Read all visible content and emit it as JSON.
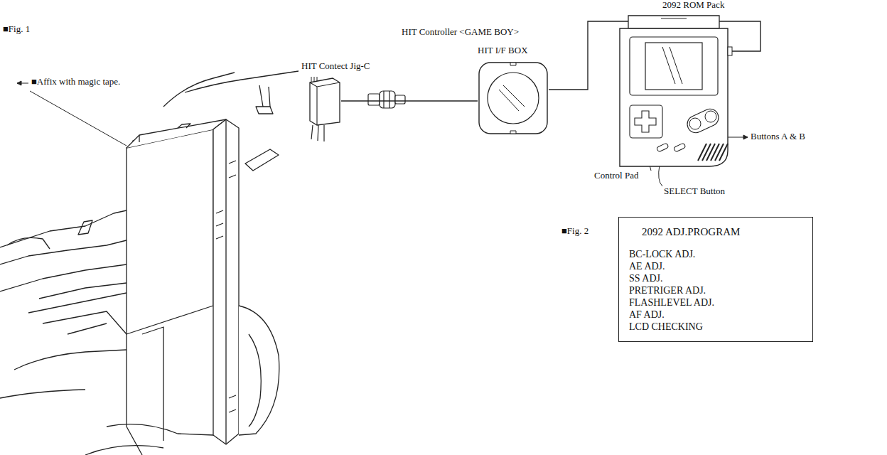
{
  "diagram": {
    "nodes": [
      {
        "text": [
          "HIT Contect Jig-C"
        ]
      },
      {
        "text": [
          "HIT I/F BOX"
        ]
      },
      {
        "text": [
          "HIT Controller <GAME BOY>"
        ]
      },
      {
        "text": [
          "2092 ADJ.PROGRAM",
          "BC-LOCK ADJ.",
          "AE ADJ.",
          "SS ADJ.",
          "PRETRIGER ADJ.",
          "FLASHLEVEL ADJ.",
          "AF ADJ.",
          "LCD CHECKING"
        ]
      }
    ],
    "edges": [
      {
        "from": 0,
        "to": 1,
        "arrow": "none"
      },
      {
        "from": 1,
        "to": 2,
        "arrow": "none"
      }
    ],
    "labels": [
      "■Fig. 1",
      "■Affix with magic tape.",
      "2092 ROM Pack",
      "Buttons A & B",
      "Control Pad",
      "SELECT Button",
      "■Fig. 2"
    ]
  }
}
